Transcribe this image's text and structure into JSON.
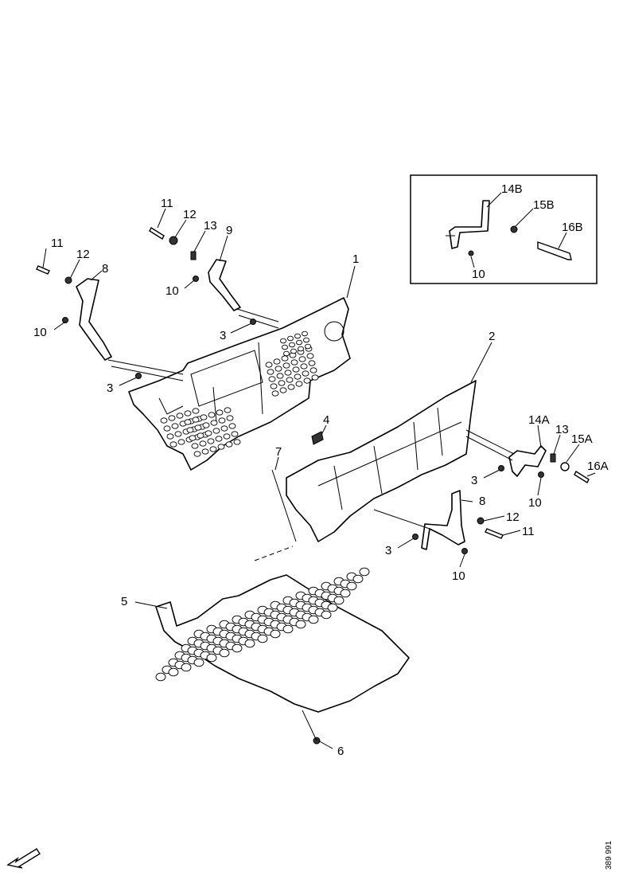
{
  "callouts": {
    "c1": "1",
    "c2": "2",
    "c3a": "3",
    "c3b": "3",
    "c3c": "3",
    "c3d": "3",
    "c4": "4",
    "c5": "5",
    "c6": "6",
    "c7": "7",
    "c8a": "8",
    "c8b": "8",
    "c9": "9",
    "c10a": "10",
    "c10b": "10",
    "c10c": "10",
    "c10d": "10",
    "c10e": "10",
    "c11a": "11",
    "c11b": "11",
    "c11c": "11",
    "c12a": "12",
    "c12b": "12",
    "c12c": "12",
    "c13a": "13",
    "c13b": "13",
    "c14a": "14A",
    "c14b": "14B",
    "c15a": "15A",
    "c15b": "15B",
    "c16a": "16A",
    "c16b": "16B"
  },
  "reference_number": "389 991",
  "orientation_arrow": "front-direction-arrow"
}
